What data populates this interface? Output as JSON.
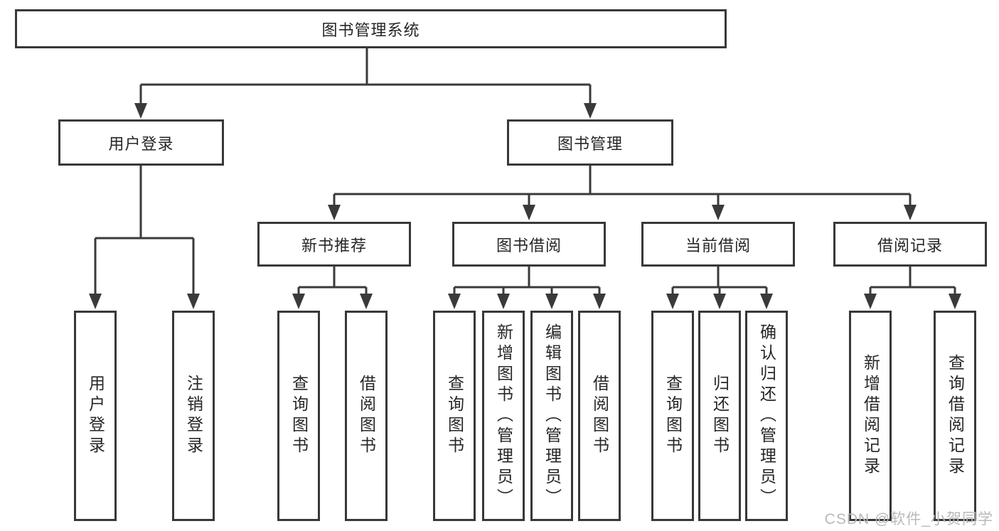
{
  "diagram": {
    "root_label": "图书管理系统",
    "level2": [
      {
        "label": "用户登录"
      },
      {
        "label": "图书管理"
      }
    ],
    "level3": [
      {
        "label": "新书推荐"
      },
      {
        "label": "图书借阅"
      },
      {
        "label": "当前借阅"
      },
      {
        "label": "借阅记录"
      }
    ],
    "leaves": {
      "user_login": [
        "用户登录",
        "注销登录"
      ],
      "new_book": [
        "查询图书",
        "借阅图书"
      ],
      "book_borrow": [
        "查询图书",
        "新增图书（管理员）",
        "编辑图书（管理员）",
        "借阅图书"
      ],
      "current_borrow": [
        "查询图书",
        "归还图书",
        "确认归还（管理员）"
      ],
      "borrow_records": [
        "新增借阅记录",
        "查询借阅记录"
      ]
    },
    "line_color": "#3a3a3a"
  },
  "watermark": {
    "text": "CSDN @软件_小贺同学"
  }
}
